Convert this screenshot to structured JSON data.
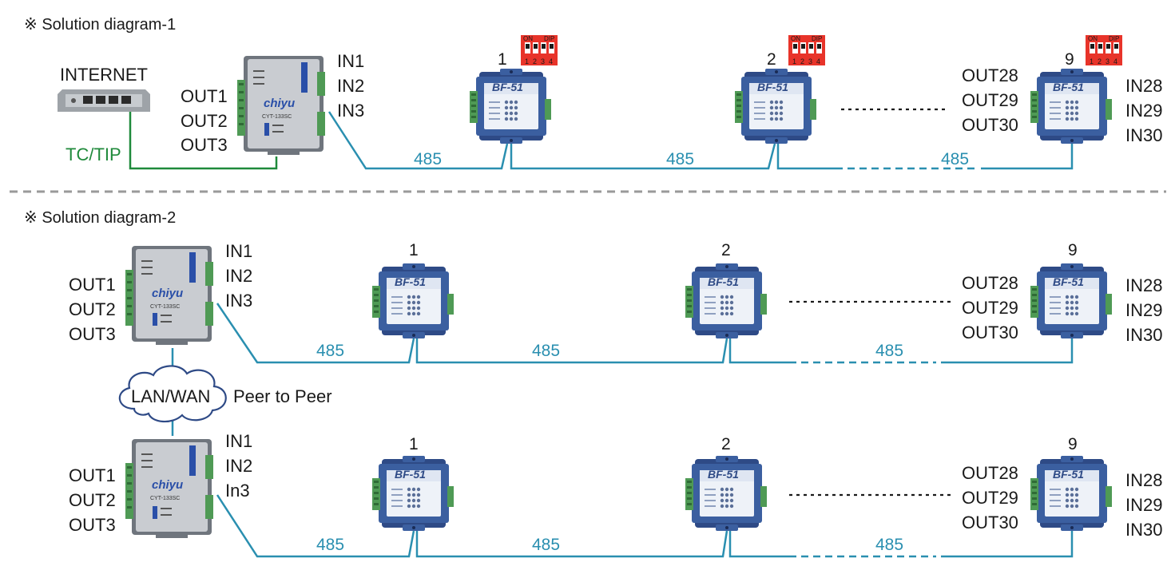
{
  "sections": [
    {
      "title": "※ Solution diagram-1",
      "internet_label": "INTERNET",
      "link_label": "TC/TIP",
      "master": {
        "outputs": [
          "OUT1",
          "OUT2",
          "OUT3"
        ],
        "inputs": [
          "IN1",
          "IN2",
          "IN3"
        ]
      },
      "bus_label": "485",
      "modules": [
        {
          "number": "1"
        },
        {
          "number": "2"
        },
        {
          "number": "9"
        }
      ],
      "last_outputs": [
        "OUT28",
        "OUT29",
        "OUT30"
      ],
      "last_inputs": [
        "IN28",
        "IN29",
        "IN30"
      ],
      "dip": {
        "on": "ON",
        "dip": "DIP",
        "pins": [
          "1",
          "2",
          "3",
          "4"
        ]
      }
    },
    {
      "title": "※ Solution diagram-2",
      "network_label": "LAN/WAN",
      "peer_label": "Peer to Peer",
      "rows": [
        {
          "master": {
            "outputs": [
              "OUT1",
              "OUT2",
              "OUT3"
            ],
            "inputs": [
              "IN1",
              "IN2",
              "IN3"
            ]
          },
          "bus_label": "485",
          "modules": [
            {
              "number": "1"
            },
            {
              "number": "2"
            },
            {
              "number": "9"
            }
          ],
          "last_outputs": [
            "OUT28",
            "OUT29",
            "OUT30"
          ],
          "last_inputs": [
            "IN28",
            "IN29",
            "IN30"
          ]
        },
        {
          "master": {
            "outputs": [
              "OUT1",
              "OUT2",
              "OUT3"
            ],
            "inputs": [
              "IN1",
              "IN2",
              "In3"
            ]
          },
          "bus_label": "485",
          "modules": [
            {
              "number": "1"
            },
            {
              "number": "2"
            },
            {
              "number": "9"
            }
          ],
          "last_outputs": [
            "OUT28",
            "OUT29",
            "OUT30"
          ],
          "last_inputs": [
            "IN28",
            "IN29",
            "IN30"
          ]
        }
      ]
    }
  ],
  "device_text": {
    "master_brand": "chiyu",
    "master_model": "CYT-133SC",
    "module_model": "BF-51"
  },
  "colors": {
    "bus_line": "#2a8fb0",
    "link_line": "#1f8a3b",
    "divider": "#9a9a9a",
    "dip_switch": "#e8342a",
    "module_body": "#2e4a86",
    "master_body": "#8a8f96"
  }
}
